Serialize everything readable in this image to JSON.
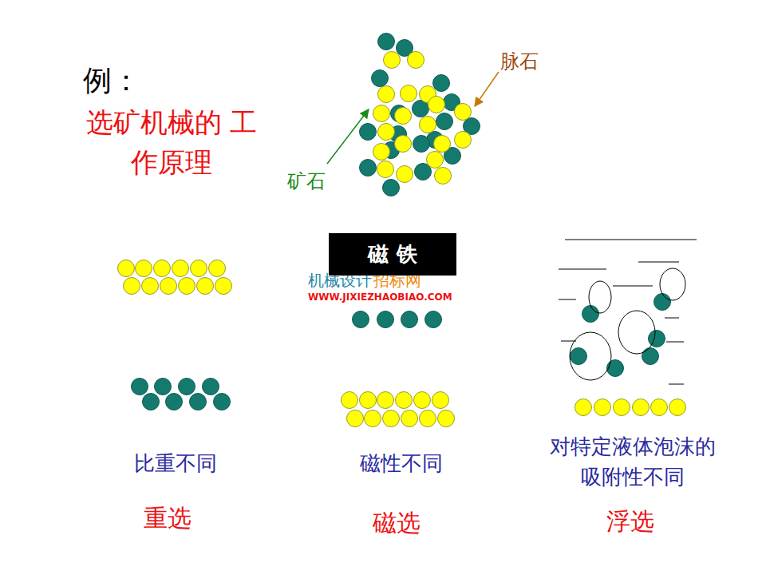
{
  "diagram": {
    "title": "例：",
    "nodes": [
      {
        "text": [
          "磁 铁"
        ]
      }
    ],
    "labels": [
      "选矿机械的 工作原理",
      "矿石",
      "脉石",
      "机械设计",
      "招标网",
      "WWW.JIXIEZHAOBIAO.COM",
      "比重不同",
      "磁性不同",
      "对特定液体泡沫的 吸附性不同",
      "重选",
      "磁选",
      "浮选"
    ]
  }
}
